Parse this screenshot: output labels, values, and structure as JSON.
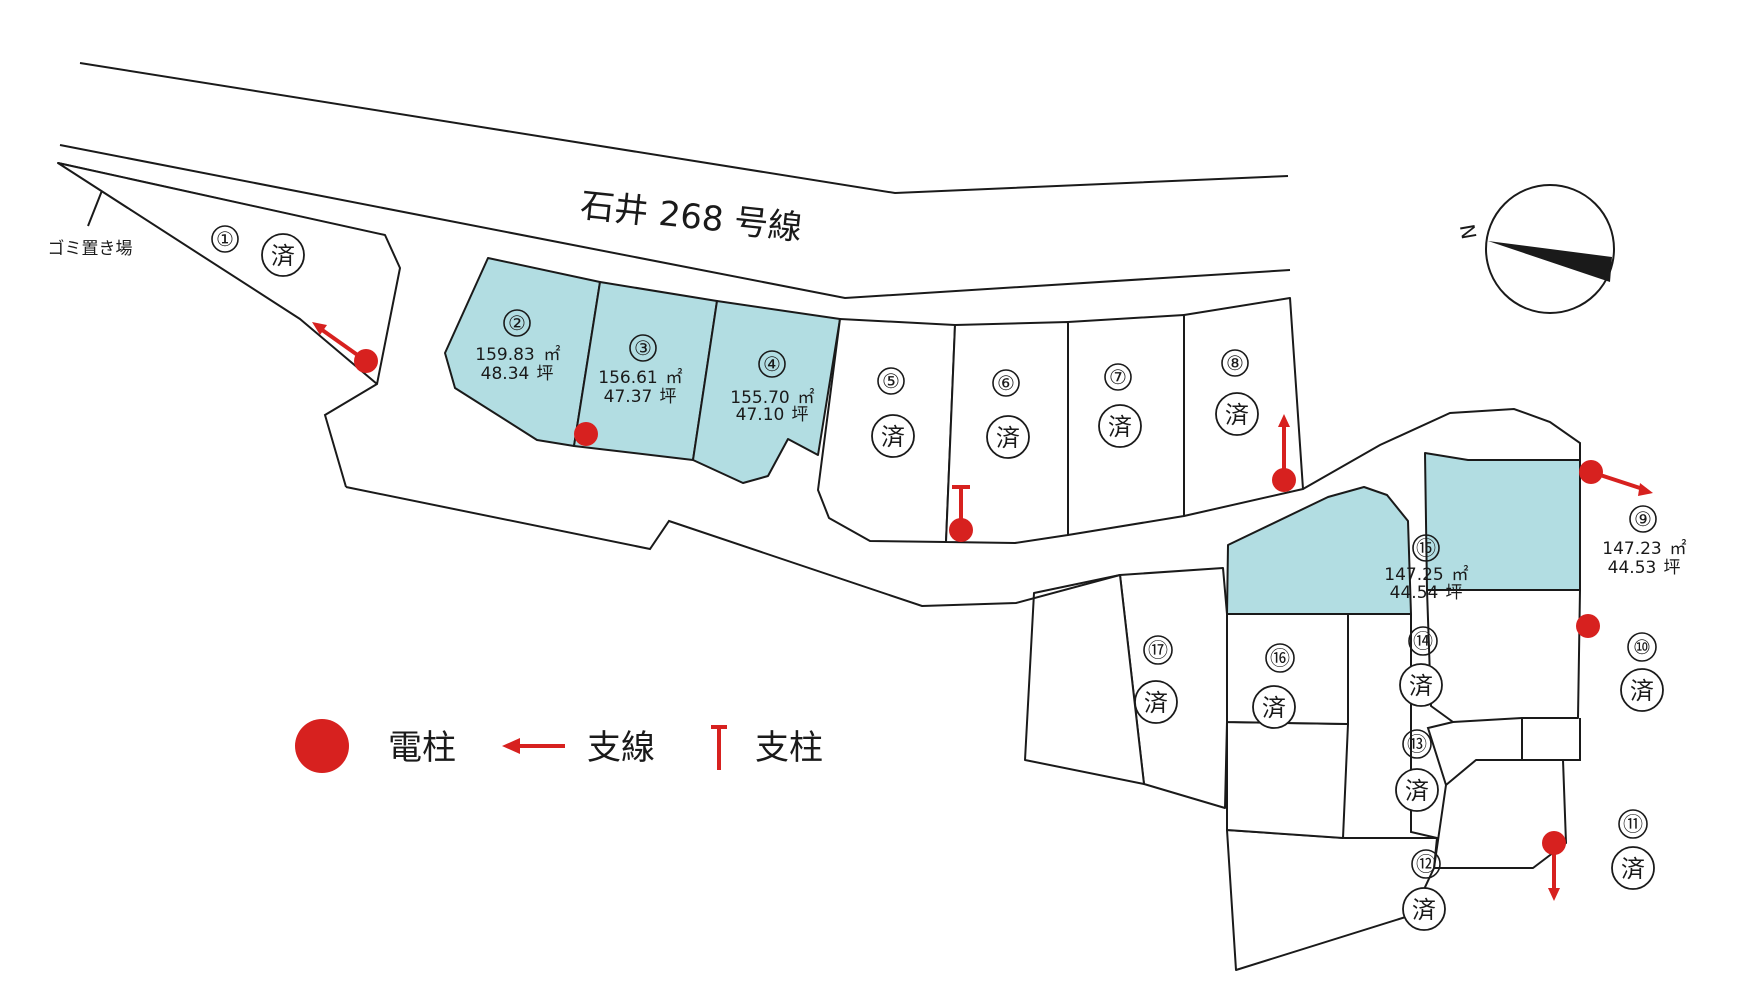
{
  "road": {
    "name": "石井 268 号線"
  },
  "labels": {
    "garbage_area": "ゴミ置き場",
    "north": "N"
  },
  "sold_mark": "済",
  "area_unit": "㎡",
  "tsubo_unit": "坪",
  "lots": [
    {
      "number": "①",
      "status": "sold"
    },
    {
      "number": "②",
      "status": "available",
      "area_m2": "159.83",
      "area_tsubo": "48.34"
    },
    {
      "number": "③",
      "status": "available",
      "area_m2": "156.61",
      "area_tsubo": "47.37"
    },
    {
      "number": "④",
      "status": "available",
      "area_m2": "155.70",
      "area_tsubo": "47.10"
    },
    {
      "number": "⑤",
      "status": "sold"
    },
    {
      "number": "⑥",
      "status": "sold"
    },
    {
      "number": "⑦",
      "status": "sold"
    },
    {
      "number": "⑧",
      "status": "sold"
    },
    {
      "number": "⑨",
      "status": "available",
      "area_m2": "147.23",
      "area_tsubo": "44.53"
    },
    {
      "number": "⑩",
      "status": "sold"
    },
    {
      "number": "⑪",
      "status": "sold"
    },
    {
      "number": "⑫",
      "status": "sold"
    },
    {
      "number": "⑬",
      "status": "sold"
    },
    {
      "number": "⑭",
      "status": "sold"
    },
    {
      "number": "⑮",
      "status": "available",
      "area_m2": "147.25",
      "area_tsubo": "44.54"
    },
    {
      "number": "⑯",
      "status": "sold"
    },
    {
      "number": "⑰",
      "status": "sold"
    }
  ],
  "legend": [
    {
      "symbol": "pole",
      "label": "電柱"
    },
    {
      "symbol": "guy-wire",
      "label": "支線"
    },
    {
      "symbol": "support-post",
      "label": "支柱"
    }
  ],
  "colors": {
    "available": "#b2dde2",
    "marker": "#d7211f",
    "line": "#1a1a1a"
  }
}
